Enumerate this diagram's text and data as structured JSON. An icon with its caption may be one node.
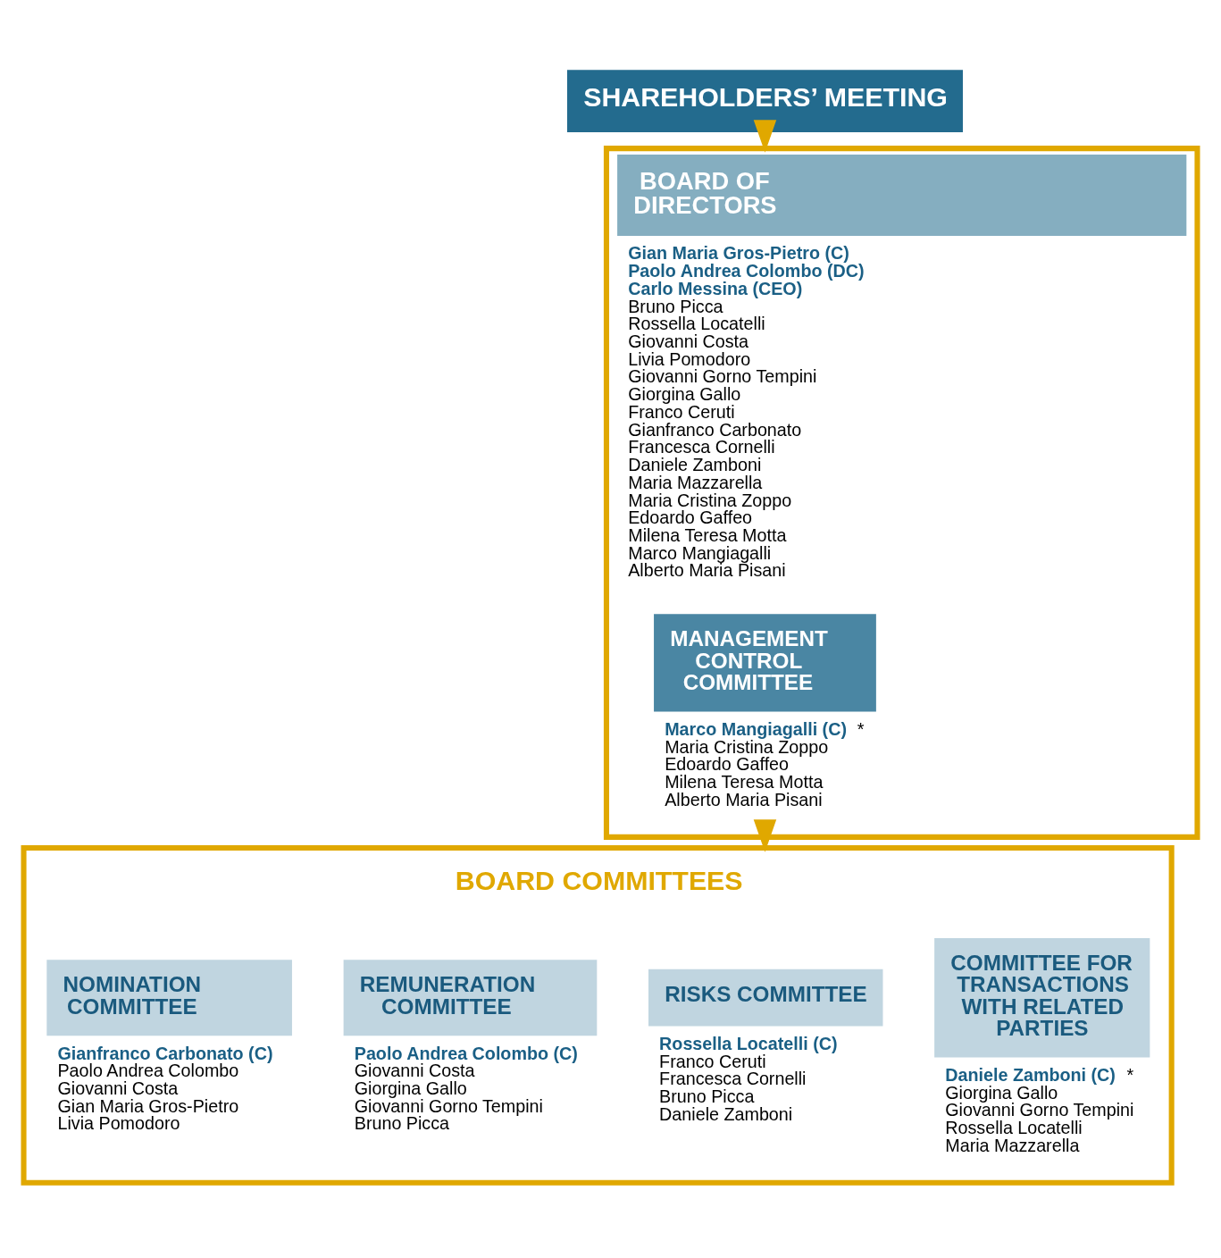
{
  "diagram": {
    "nodes": [
      {
        "text": [
          "SHAREHOLDERS’ MEETING"
        ]
      },
      {
        "text": [
          "BOARD OF DIRECTORS",
          "**Gian Maria Gros-Pietro (C)**",
          "**Paolo Andrea Colombo (DC)**",
          "**Carlo Messina (CEO)**",
          "Bruno Picca",
          "Rossella Locatelli",
          "Giovanni Costa",
          "Livia Pomodoro",
          "Giovanni Gorno Tempini",
          "Giorgina Gallo",
          "Franco Ceruti",
          "Gianfranco Carbonato",
          "Francesca Cornelli",
          "Daniele Zamboni",
          "Maria Mazzarella",
          "Maria Cristina Zoppo",
          "Edoardo Gaffeo",
          "Milena Teresa Motta",
          "Marco Mangiagalli",
          "Alberto Maria Pisani"
        ]
      },
      {
        "text": [
          "MANAGEMENT CONTROL COMMITTEE",
          "**Marco Mangiagalli (C) ***",
          "Maria Cristina Zoppo",
          "Edoardo Gaffeo",
          "Milena Teresa Motta",
          "Alberto Maria Pisani"
        ],
        "in": 1
      },
      {
        "text": [
          "BOARD COMMITTEES"
        ]
      },
      {
        "text": [
          "NOMINATION COMMITTEE",
          "**Gianfranco Carbonato (C)**",
          "Paolo Andrea Colombo",
          "Giovanni Costa",
          "Gian Maria Gros-Pietro",
          "Livia Pomodoro"
        ],
        "in": 3
      },
      {
        "text": [
          "REMUNERATION COMMITTEE",
          "**Paolo Andrea Colombo (C)**",
          "Giovanni Costa",
          "Giorgina Gallo",
          "Giovanni Gorno Tempini",
          "Bruno Picca"
        ],
        "in": 3
      },
      {
        "text": [
          "RISKS COMMITTEE",
          "**Rossella Locatelli (C)**",
          "Franco Ceruti",
          "Francesca Cornelli",
          "Bruno Picca",
          "Daniele Zamboni"
        ],
        "in": 3
      },
      {
        "text": [
          "COMMITTEE FOR TRANSACTIONS WITH RELATED PARTIES",
          "**Daniele Zamboni (C) ***",
          "Giorgina Gallo",
          "Giovanni Gorno Tempini",
          "Rossella Locatelli",
          "Maria Mazzarella"
        ],
        "in": 3
      }
    ],
    "edges": [
      {
        "from": 0,
        "to": 1,
        "arrow": "to"
      },
      {
        "from": 1,
        "to": 3,
        "arrow": "to"
      }
    ]
  }
}
